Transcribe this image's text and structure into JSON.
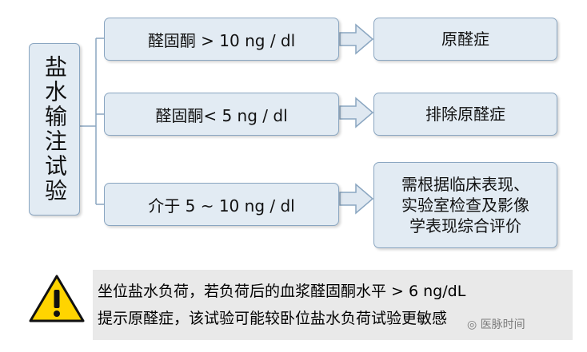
{
  "title": "盐水输注试验",
  "branches": [
    {
      "condition": "醛固酮 > 10 ng / dl",
      "result": "原醛症"
    },
    {
      "condition": "醛固酮< 5 ng / dl",
      "result": "排除原醛症"
    },
    {
      "condition": "介于 5 ~ 10 ng / dl",
      "result_lines": [
        "需根据临床表现、",
        "实验室检查及影像",
        "学表现综合评价"
      ]
    }
  ],
  "note": {
    "line1": "坐位盐水负荷，若负荷后的血浆醛固酮水平 > 6 ng/dL",
    "line2": "提示原醛症，该试验可能较卧位盐水负荷试验更敏感"
  },
  "watermark": "医脉时间",
  "icons": {
    "warning": "warning-triangle-icon"
  },
  "colors": {
    "box_fill": "#e2ebf3",
    "box_border": "#8aa6c1",
    "warning_fill": "#ffd400",
    "note_bg": "#e9e9e9"
  }
}
